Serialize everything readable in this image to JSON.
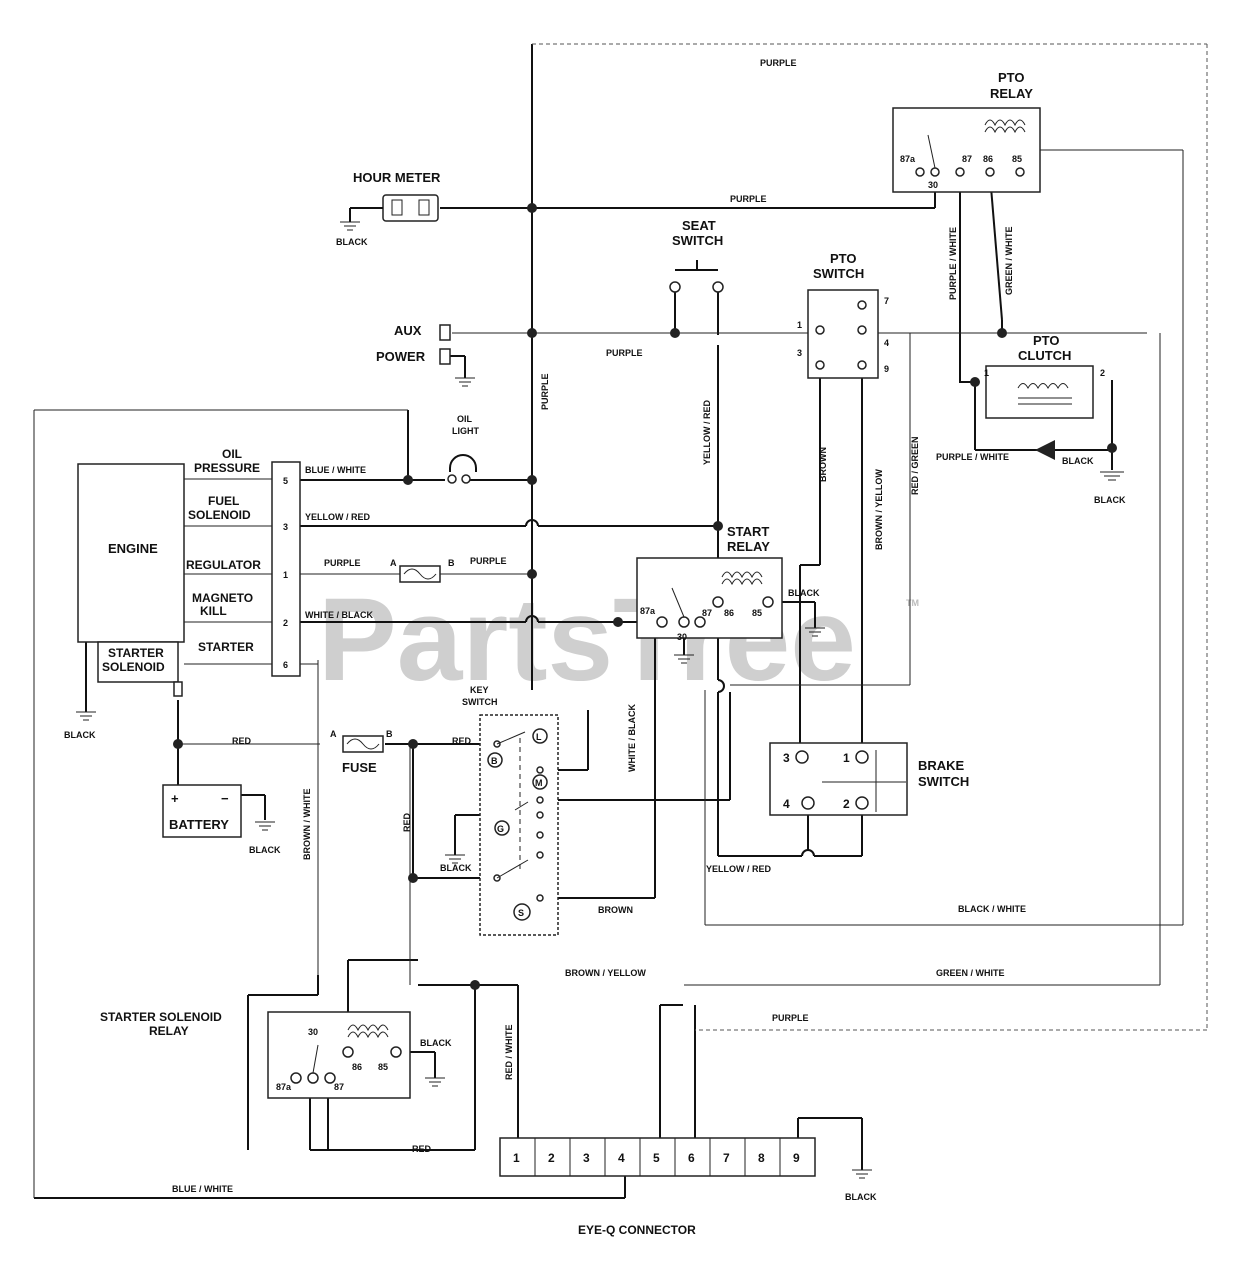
{
  "watermark": {
    "text": "PartsTree",
    "tm": "TM"
  },
  "components": {
    "hour_meter": "HOUR METER",
    "pto_relay": [
      "PTO",
      "RELAY"
    ],
    "seat_switch": [
      "SEAT",
      "SWITCH"
    ],
    "pto_switch": [
      "PTO",
      "SWITCH"
    ],
    "pto_clutch": [
      "PTO",
      "CLUTCH"
    ],
    "aux": "AUX",
    "power": "POWER",
    "oil_light": [
      "OIL",
      "LIGHT"
    ],
    "engine": "ENGINE",
    "starter_solenoid": [
      "STARTER",
      "SOLENOID"
    ],
    "start_relay": [
      "START",
      "RELAY"
    ],
    "key_switch": [
      "KEY",
      "SWITCH"
    ],
    "fuse": "FUSE",
    "battery": "BATTERY",
    "brake_switch": [
      "BRAKE",
      "SWITCH"
    ],
    "starter_solenoid_relay": [
      "STARTER SOLENOID",
      "RELAY"
    ],
    "eye_q_connector": "EYE-Q CONNECTOR"
  },
  "engine_terminals": [
    {
      "label": [
        "OIL",
        "PRESSURE"
      ],
      "pin": "5"
    },
    {
      "label": [
        "FUEL",
        "SOLENOID"
      ],
      "pin": "3"
    },
    {
      "label": [
        "REGULATOR"
      ],
      "pin": "1"
    },
    {
      "label": [
        "MAGNETO",
        "KILL"
      ],
      "pin": "2"
    },
    {
      "label": [
        "STARTER"
      ],
      "pin": "6"
    }
  ],
  "relay_pins": {
    "p87a": "87a",
    "p87": "87",
    "p86": "86",
    "p85": "85",
    "p30": "30"
  },
  "pto_switch_pins": {
    "p1": "1",
    "p3": "3",
    "p4": "4",
    "p7": "7",
    "p9": "9"
  },
  "brake_switch_pins": [
    "3",
    "1",
    "4",
    "2"
  ],
  "key_switch_pins": {
    "L": "L",
    "B": "B",
    "M": "M",
    "G": "G",
    "S": "S"
  },
  "fuse_ends": {
    "a": "A",
    "b": "B"
  },
  "battery_signs": {
    "plus": "+",
    "minus": "−"
  },
  "pto_clutch_pins": {
    "p1": "1",
    "p2": "2"
  },
  "eye_q_pins": [
    "1",
    "2",
    "3",
    "4",
    "5",
    "6",
    "7",
    "8",
    "9"
  ],
  "wires": {
    "purple": "PURPLE",
    "black": "BLACK",
    "purple_white": "PURPLE / WHITE",
    "green_white": "GREEN / WHITE",
    "yellow_red": "YELLOW / RED",
    "blue_white": "BLUE / WHITE",
    "white_black": "WHITE / BLACK",
    "red": "RED",
    "brown": "BROWN",
    "brown_yellow": "BROWN / YELLOW",
    "red_green": "RED / GREEN",
    "brown_white": "BROWN / WHITE",
    "black_white": "BLACK / WHITE",
    "red_white": "RED / WHITE"
  }
}
